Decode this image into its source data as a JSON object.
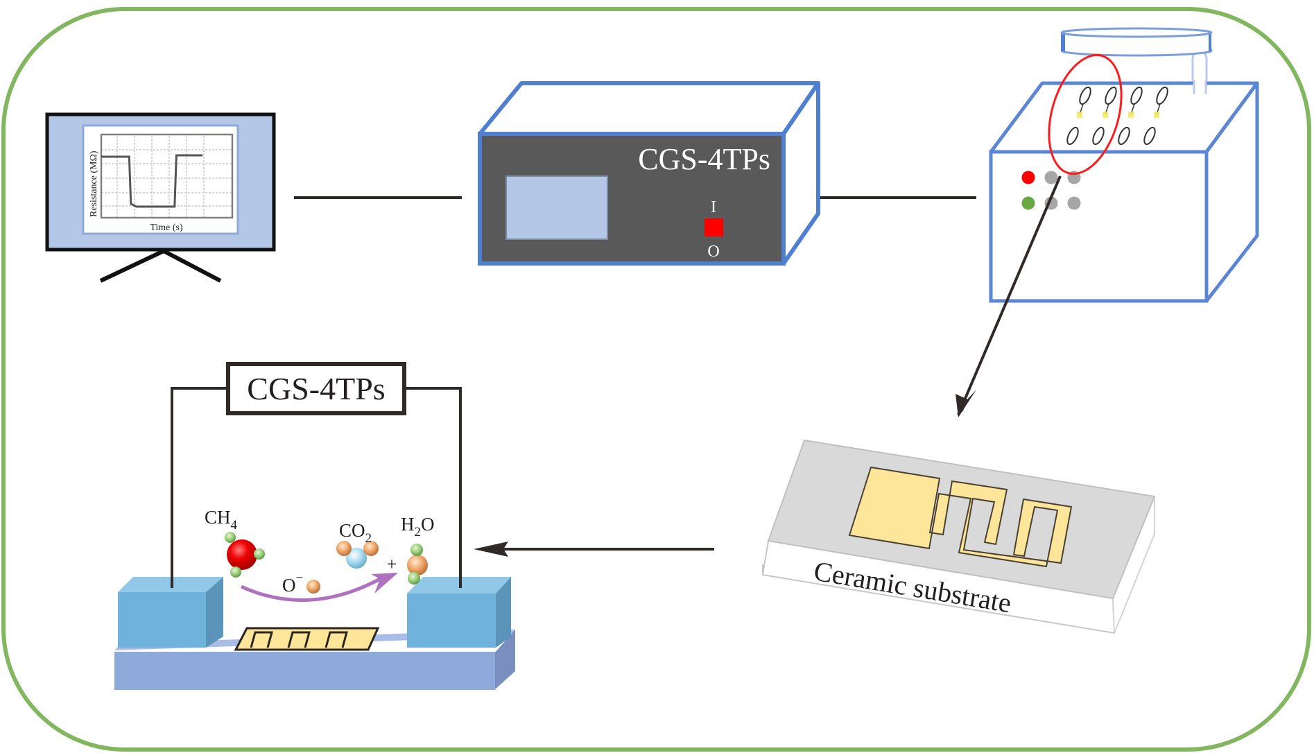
{
  "colors": {
    "frame_border": "#82b75f",
    "device_outline": "#4f7fd0",
    "device_face": "#595959",
    "screen_fill": "#b4c7e7",
    "wire": "#2f2a28",
    "switch_red": "#ff0000",
    "indicator_red": "#ff0000",
    "indicator_green": "#6aa843",
    "indicator_gray": "#a6a6a6",
    "electrode_gold": "#fde59a",
    "substrate_gray": "#d9d9d9",
    "electrode_pad": "#6fb3dc",
    "base_plate": "#8eaadb",
    "reaction_arrow": "#b070c0",
    "highlight_ellipse": "#ff1a1a"
  },
  "monitor": {
    "plot_ylabel": "Resistance (MΩ)",
    "plot_xlabel": "Time (s)",
    "plot_curve": {
      "description": "resistance step response",
      "x": [
        0,
        1.6,
        1.7,
        2.0,
        4.2,
        4.3,
        5.8
      ],
      "y": [
        4.4,
        4.4,
        1.0,
        0.8,
        0.8,
        4.5,
        4.5
      ]
    }
  },
  "analyzer": {
    "label": "CGS-4TPs",
    "switch_on_label": "I",
    "switch_off_label": "O"
  },
  "chamber": {
    "indicator_lights": [
      "red",
      "gray",
      "gray",
      "green",
      "gray",
      "gray"
    ],
    "sensor_count": 4
  },
  "substrate": {
    "label": "Ceramic substrate"
  },
  "schematic": {
    "box_label": "CGS-4TPs",
    "molecules": [
      {
        "formula": "CH",
        "sub": "4",
        "tail": ""
      },
      {
        "formula": "O",
        "sup": "−"
      },
      {
        "formula": "CO",
        "sub": "2",
        "tail": ""
      },
      {
        "formula": "H",
        "sub": "2",
        "tail": "O"
      }
    ],
    "plus_sign": "+"
  }
}
